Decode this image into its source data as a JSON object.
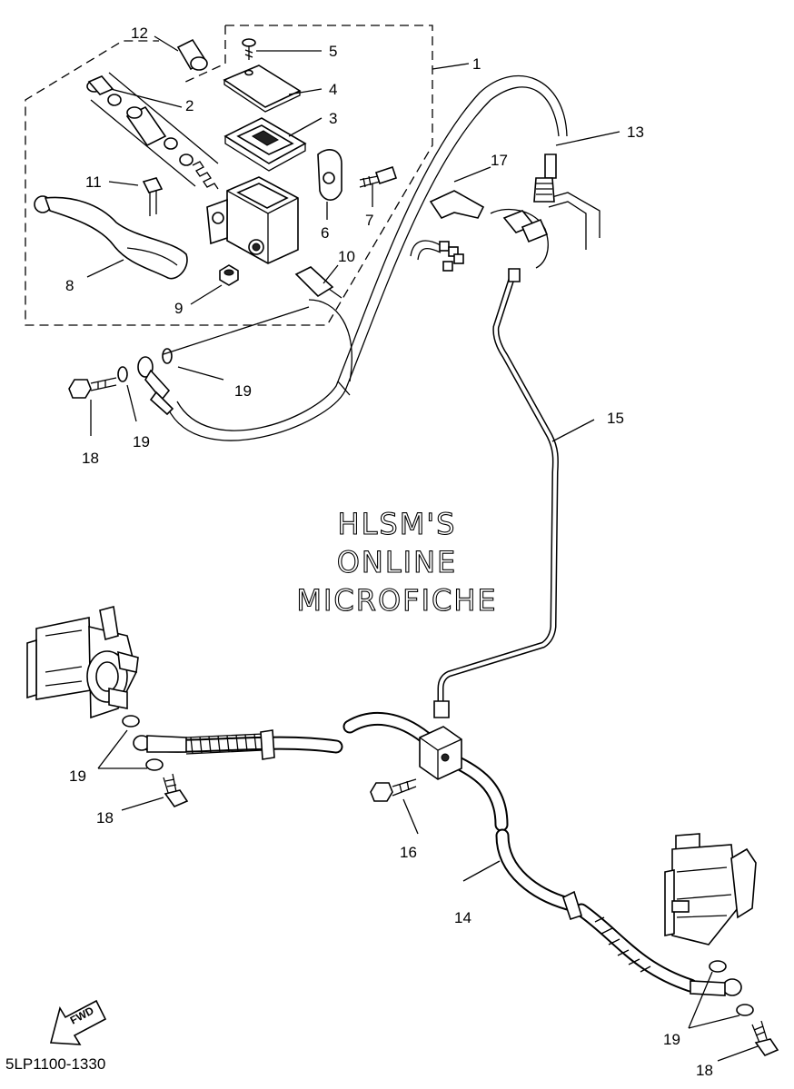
{
  "diagram_code": "5LP1100-1330",
  "watermark": {
    "line1": "HLSM'S",
    "line2": "ONLINE",
    "line3": "MICROFICHE"
  },
  "fwd_label": "FWD",
  "callouts": {
    "c1": "1",
    "c2": "2",
    "c3": "3",
    "c4": "4",
    "c5": "5",
    "c6": "6",
    "c7": "7",
    "c8": "8",
    "c9": "9",
    "c10": "10",
    "c11": "11",
    "c12": "12",
    "c13": "13",
    "c14": "14",
    "c15": "15",
    "c16": "16",
    "c17": "17",
    "c18a": "18",
    "c18b": "18",
    "c18c": "18",
    "c19a": "19",
    "c19b": "19",
    "c19c": "19",
    "c19d": "19"
  }
}
